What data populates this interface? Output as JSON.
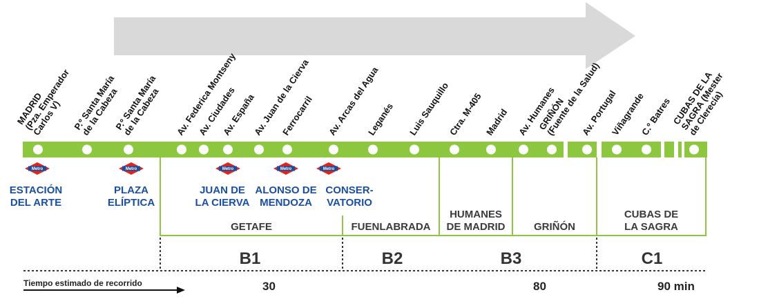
{
  "colors": {
    "line": "#8dc63f",
    "arrow": "#d9d9d9",
    "metro_blue": "#1a4fa0",
    "metro_red": "#e2231a",
    "dotted": "#333333"
  },
  "stops": [
    {
      "lines": [
        "MADRID",
        "(Pza. Emperador",
        "Carlos V)"
      ]
    },
    {
      "lines": [
        "P.º Santa María",
        "de la Cabeza"
      ]
    },
    {
      "lines": [
        "P.º Santa María",
        "de la Cabeza"
      ]
    },
    {
      "lines": [
        "Av. Federica Montseny"
      ]
    },
    {
      "lines": [
        "Av. Ciudades"
      ]
    },
    {
      "lines": [
        "Av. España"
      ]
    },
    {
      "lines": [
        "Av. Juan de la Cierva"
      ]
    },
    {
      "lines": [
        "Ferrocarril"
      ]
    },
    {
      "lines": [
        "Av. Arcas del Agua"
      ]
    },
    {
      "lines": [
        "Leganés"
      ]
    },
    {
      "lines": [
        "Luis Sauquillo"
      ]
    },
    {
      "lines": [
        "Ctra. M-405"
      ]
    },
    {
      "lines": [
        "Madrid"
      ]
    },
    {
      "lines": [
        "Av. Humanes"
      ]
    },
    {
      "lines": [
        "GRIÑÓN",
        "(Fuente de la Salud)"
      ]
    },
    {
      "lines": [
        "Av. Portugal"
      ]
    },
    {
      "lines": [
        "Viñagrande"
      ]
    },
    {
      "lines": [
        "C.º Batres"
      ]
    },
    {
      "lines": [
        "CUBAS DE LA",
        "SAGRA (Mester",
        "de Clerecía)"
      ]
    }
  ],
  "metro": {
    "badge_text": "Metro",
    "stations": [
      {
        "lines": [
          "ESTACIÓN",
          "DEL ARTE"
        ]
      },
      {
        "lines": [
          "PLAZA",
          "ELÍPTICA"
        ]
      },
      {
        "lines": [
          "JUAN DE",
          "LA CIERVA"
        ]
      },
      {
        "lines": [
          "ALONSO DE",
          "MENDOZA"
        ]
      },
      {
        "lines": [
          "CONSER-",
          "VATORIO"
        ]
      }
    ]
  },
  "towns": [
    {
      "lines": [
        "GETAFE"
      ]
    },
    {
      "lines": [
        "FUENLABRADA"
      ]
    },
    {
      "lines": [
        "HUMANES",
        "DE MADRID"
      ]
    },
    {
      "lines": [
        "GRIÑÓN"
      ]
    },
    {
      "lines": [
        "CUBAS DE",
        "LA SAGRA"
      ]
    }
  ],
  "zones": [
    "B1",
    "B2",
    "B3",
    "C1"
  ],
  "time": {
    "label": "Tiempo estimado de recorrido",
    "marks": [
      "30",
      "80",
      "90 min"
    ]
  }
}
